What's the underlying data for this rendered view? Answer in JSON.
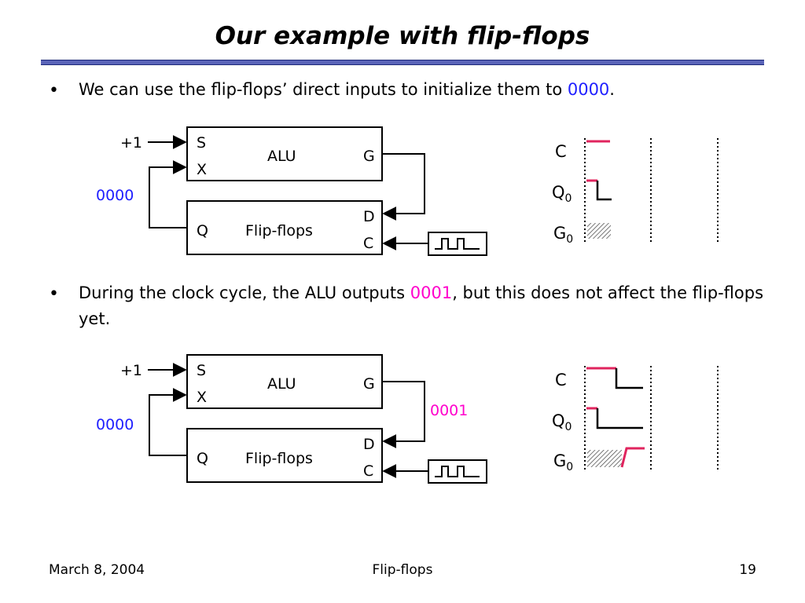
{
  "title": "Our example with flip-flops",
  "bullets": [
    {
      "before": "We can use the flip-flops’ direct inputs to initialize them to ",
      "highlight": "0000",
      "after": "."
    },
    {
      "before": "During the clock cycle, the ALU outputs ",
      "highlight": "0001",
      "after": ", but this does not affect the flip-flops yet."
    }
  ],
  "diagram1": {
    "plus_one": "+1",
    "alu": {
      "s": "S",
      "x": "X",
      "name": "ALU",
      "g": "G"
    },
    "ff": {
      "q": "Q",
      "name": "Flip-flops",
      "d": "D",
      "c": "C"
    },
    "feedback_value": "0000",
    "timing": {
      "c": "C",
      "q": "Q",
      "q_sub": "0",
      "g": "G",
      "g_sub": "0"
    }
  },
  "diagram2": {
    "plus_one": "+1",
    "alu": {
      "s": "S",
      "x": "X",
      "name": "ALU",
      "g": "G"
    },
    "ff": {
      "q": "Q",
      "name": "Flip-flops",
      "d": "D",
      "c": "C"
    },
    "feedback_value": "0000",
    "alu_output_value": "0001",
    "timing": {
      "c": "C",
      "q": "Q",
      "q_sub": "0",
      "g": "G",
      "g_sub": "0"
    }
  },
  "footer": {
    "date": "March 8, 2004",
    "topic": "Flip-flops",
    "page": "19"
  },
  "colors": {
    "signal_red": "#e0245e",
    "value_blue": "#2020ff",
    "value_pink": "#ff00cc",
    "rule": "#5a64b8"
  }
}
